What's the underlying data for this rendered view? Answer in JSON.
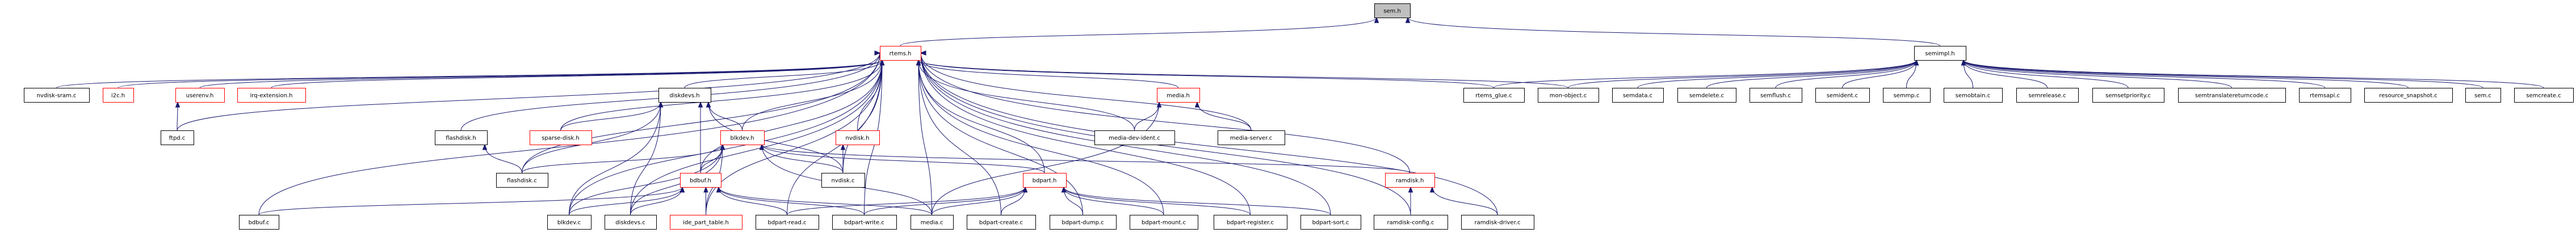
{
  "title": "sem.h include dependency graph",
  "colors": {
    "edge": "#191970",
    "root_fill": "#bfbfbf",
    "node_fill": "#ffffff",
    "border_default": "#000000",
    "border_truncated": "#ff0000"
  },
  "nodes": [
    {
      "id": "sem_h",
      "label": "sem.h",
      "kind": "root"
    },
    {
      "id": "rtems_h",
      "label": "rtems.h",
      "kind": "truncated"
    },
    {
      "id": "semimpl_h",
      "label": "semimpl.h",
      "kind": "normal"
    },
    {
      "id": "nvdisk_sram_c",
      "label": "nvdisk-sram.c",
      "kind": "normal"
    },
    {
      "id": "i2c_h",
      "label": "i2c.h",
      "kind": "truncated"
    },
    {
      "id": "userenv_h",
      "label": "userenv.h",
      "kind": "truncated"
    },
    {
      "id": "irq_extension_h",
      "label": "irq-extension.h",
      "kind": "truncated"
    },
    {
      "id": "diskdevs_h",
      "label": "diskdevs.h",
      "kind": "normal"
    },
    {
      "id": "media_h",
      "label": "media.h",
      "kind": "truncated"
    },
    {
      "id": "rtems_glue_c",
      "label": "rtems_glue.c",
      "kind": "normal"
    },
    {
      "id": "mon_object_c",
      "label": "mon-object.c",
      "kind": "normal"
    },
    {
      "id": "semdata_c",
      "label": "semdata.c",
      "kind": "normal"
    },
    {
      "id": "semdelete_c",
      "label": "semdelete.c",
      "kind": "normal"
    },
    {
      "id": "semflush_c",
      "label": "semflush.c",
      "kind": "normal"
    },
    {
      "id": "semident_c",
      "label": "semident.c",
      "kind": "normal"
    },
    {
      "id": "semmp_c",
      "label": "semmp.c",
      "kind": "normal"
    },
    {
      "id": "semobtain_c",
      "label": "semobtain.c",
      "kind": "normal"
    },
    {
      "id": "semrelease_c",
      "label": "semrelease.c",
      "kind": "normal"
    },
    {
      "id": "semsetpriority_c",
      "label": "semsetpriority.c",
      "kind": "normal"
    },
    {
      "id": "semtranslatereturncode_c",
      "label": "semtranslatereturncode.c",
      "kind": "normal"
    },
    {
      "id": "rtemsapi_c",
      "label": "rtemsapi.c",
      "kind": "normal"
    },
    {
      "id": "resource_snapshot_c",
      "label": "resource_snapshot.c",
      "kind": "normal"
    },
    {
      "id": "sem_c",
      "label": "sem.c",
      "kind": "normal"
    },
    {
      "id": "semcreate_c",
      "label": "semcreate.c",
      "kind": "normal"
    },
    {
      "id": "ftpd_c",
      "label": "ftpd.c",
      "kind": "normal"
    },
    {
      "id": "flashdisk_h",
      "label": "flashdisk.h",
      "kind": "normal"
    },
    {
      "id": "sparse_disk_h",
      "label": "sparse-disk.h",
      "kind": "truncated"
    },
    {
      "id": "blkdev_h",
      "label": "blkdev.h",
      "kind": "truncated"
    },
    {
      "id": "nvdisk_h",
      "label": "nvdisk.h",
      "kind": "truncated"
    },
    {
      "id": "media_dev_ident_c",
      "label": "media-dev-ident.c",
      "kind": "normal"
    },
    {
      "id": "media_server_c",
      "label": "media-server.c",
      "kind": "normal"
    },
    {
      "id": "flashdisk_c",
      "label": "flashdisk.c",
      "kind": "normal"
    },
    {
      "id": "bdbuf_h",
      "label": "bdbuf.h",
      "kind": "truncated"
    },
    {
      "id": "nvdisk_c",
      "label": "nvdisk.c",
      "kind": "normal"
    },
    {
      "id": "bdpart_h",
      "label": "bdpart.h",
      "kind": "truncated"
    },
    {
      "id": "ramdisk_h",
      "label": "ramdisk.h",
      "kind": "truncated"
    },
    {
      "id": "bdbuf_c",
      "label": "bdbuf.c",
      "kind": "normal"
    },
    {
      "id": "blkdev_c",
      "label": "blkdev.c",
      "kind": "normal"
    },
    {
      "id": "diskdevs_c",
      "label": "diskdevs.c",
      "kind": "normal"
    },
    {
      "id": "ide_part_table_h",
      "label": "ide_part_table.h",
      "kind": "truncated"
    },
    {
      "id": "bdpart_read_c",
      "label": "bdpart-read.c",
      "kind": "normal"
    },
    {
      "id": "bdpart_write_c",
      "label": "bdpart-write.c",
      "kind": "normal"
    },
    {
      "id": "media_c",
      "label": "media.c",
      "kind": "normal"
    },
    {
      "id": "bdpart_create_c",
      "label": "bdpart-create.c",
      "kind": "normal"
    },
    {
      "id": "bdpart_dump_c",
      "label": "bdpart-dump.c",
      "kind": "normal"
    },
    {
      "id": "bdpart_mount_c",
      "label": "bdpart-mount.c",
      "kind": "normal"
    },
    {
      "id": "bdpart_register_c",
      "label": "bdpart-register.c",
      "kind": "normal"
    },
    {
      "id": "bdpart_sort_c",
      "label": "bdpart-sort.c",
      "kind": "normal"
    },
    {
      "id": "ramdisk_config_c",
      "label": "ramdisk-config.c",
      "kind": "normal"
    },
    {
      "id": "ramdisk_driver_c",
      "label": "ramdisk-driver.c",
      "kind": "normal"
    }
  ],
  "edges": [
    [
      "rtems_h",
      "sem_h"
    ],
    [
      "semimpl_h",
      "sem_h"
    ],
    [
      "nvdisk_sram_c",
      "rtems_h"
    ],
    [
      "i2c_h",
      "rtems_h"
    ],
    [
      "userenv_h",
      "rtems_h"
    ],
    [
      "irq_extension_h",
      "rtems_h"
    ],
    [
      "diskdevs_h",
      "rtems_h"
    ],
    [
      "media_h",
      "rtems_h"
    ],
    [
      "rtems_glue_c",
      "rtems_h"
    ],
    [
      "mon_object_c",
      "rtems_h"
    ],
    [
      "ftpd_c",
      "rtems_h"
    ],
    [
      "ftpd_c",
      "userenv_h"
    ],
    [
      "flashdisk_h",
      "rtems_h"
    ],
    [
      "sparse_disk_h",
      "rtems_h"
    ],
    [
      "sparse_disk_h",
      "diskdevs_h"
    ],
    [
      "blkdev_h",
      "rtems_h"
    ],
    [
      "blkdev_h",
      "diskdevs_h"
    ],
    [
      "nvdisk_h",
      "rtems_h"
    ],
    [
      "media_dev_ident_c",
      "rtems_h"
    ],
    [
      "media_dev_ident_c",
      "media_h"
    ],
    [
      "media_server_c",
      "rtems_h"
    ],
    [
      "media_server_c",
      "media_h"
    ],
    [
      "flashdisk_c",
      "rtems_h"
    ],
    [
      "flashdisk_c",
      "flashdisk_h"
    ],
    [
      "flashdisk_c",
      "diskdevs_h"
    ],
    [
      "flashdisk_c",
      "blkdev_h"
    ],
    [
      "bdbuf_h",
      "rtems_h"
    ],
    [
      "bdbuf_h",
      "diskdevs_h"
    ],
    [
      "bdbuf_h",
      "blkdev_h"
    ],
    [
      "nvdisk_c",
      "rtems_h"
    ],
    [
      "nvdisk_c",
      "nvdisk_h"
    ],
    [
      "nvdisk_c",
      "diskdevs_h"
    ],
    [
      "nvdisk_c",
      "blkdev_h"
    ],
    [
      "bdpart_h",
      "rtems_h"
    ],
    [
      "bdpart_h",
      "blkdev_h"
    ],
    [
      "ramdisk_h",
      "rtems_h"
    ],
    [
      "ramdisk_h",
      "blkdev_h"
    ],
    [
      "bdbuf_c",
      "rtems_h"
    ],
    [
      "bdbuf_c",
      "bdbuf_h"
    ],
    [
      "blkdev_c",
      "rtems_h"
    ],
    [
      "blkdev_c",
      "diskdevs_h"
    ],
    [
      "blkdev_c",
      "bdbuf_h"
    ],
    [
      "blkdev_c",
      "blkdev_h"
    ],
    [
      "diskdevs_c",
      "rtems_h"
    ],
    [
      "diskdevs_c",
      "diskdevs_h"
    ],
    [
      "diskdevs_c",
      "bdbuf_h"
    ],
    [
      "diskdevs_c",
      "blkdev_h"
    ],
    [
      "ide_part_table_h",
      "rtems_h"
    ],
    [
      "ide_part_table_h",
      "bdbuf_h"
    ],
    [
      "ide_part_table_h",
      "blkdev_h"
    ],
    [
      "bdpart_read_c",
      "rtems_h"
    ],
    [
      "bdpart_read_c",
      "bdbuf_h"
    ],
    [
      "bdpart_read_c",
      "bdpart_h"
    ],
    [
      "bdpart_write_c",
      "rtems_h"
    ],
    [
      "bdpart_write_c",
      "bdbuf_h"
    ],
    [
      "bdpart_write_c",
      "bdpart_h"
    ],
    [
      "media_c",
      "rtems_h"
    ],
    [
      "media_c",
      "media_h"
    ],
    [
      "media_c",
      "bdbuf_h"
    ],
    [
      "media_c",
      "bdpart_h"
    ],
    [
      "media_c",
      "blkdev_h"
    ],
    [
      "bdpart_create_c",
      "rtems_h"
    ],
    [
      "bdpart_create_c",
      "bdpart_h"
    ],
    [
      "bdpart_dump_c",
      "rtems_h"
    ],
    [
      "bdpart_dump_c",
      "bdpart_h"
    ],
    [
      "bdpart_mount_c",
      "rtems_h"
    ],
    [
      "bdpart_mount_c",
      "bdpart_h"
    ],
    [
      "bdpart_register_c",
      "rtems_h"
    ],
    [
      "bdpart_register_c",
      "bdpart_h"
    ],
    [
      "bdpart_sort_c",
      "rtems_h"
    ],
    [
      "bdpart_sort_c",
      "bdpart_h"
    ],
    [
      "ramdisk_config_c",
      "rtems_h"
    ],
    [
      "ramdisk_config_c",
      "ramdisk_h"
    ],
    [
      "ramdisk_driver_c",
      "rtems_h"
    ],
    [
      "ramdisk_driver_c",
      "ramdisk_h"
    ],
    [
      "rtems_glue_c",
      "semimpl_h"
    ],
    [
      "mon_object_c",
      "semimpl_h"
    ],
    [
      "semdata_c",
      "semimpl_h"
    ],
    [
      "semdelete_c",
      "semimpl_h"
    ],
    [
      "semflush_c",
      "semimpl_h"
    ],
    [
      "semident_c",
      "semimpl_h"
    ],
    [
      "semmp_c",
      "semimpl_h"
    ],
    [
      "semobtain_c",
      "semimpl_h"
    ],
    [
      "semrelease_c",
      "semimpl_h"
    ],
    [
      "semsetpriority_c",
      "semimpl_h"
    ],
    [
      "semtranslatereturncode_c",
      "semimpl_h"
    ],
    [
      "rtemsapi_c",
      "semimpl_h"
    ],
    [
      "resource_snapshot_c",
      "semimpl_h"
    ],
    [
      "sem_c",
      "semimpl_h"
    ],
    [
      "semcreate_c",
      "semimpl_h"
    ]
  ]
}
